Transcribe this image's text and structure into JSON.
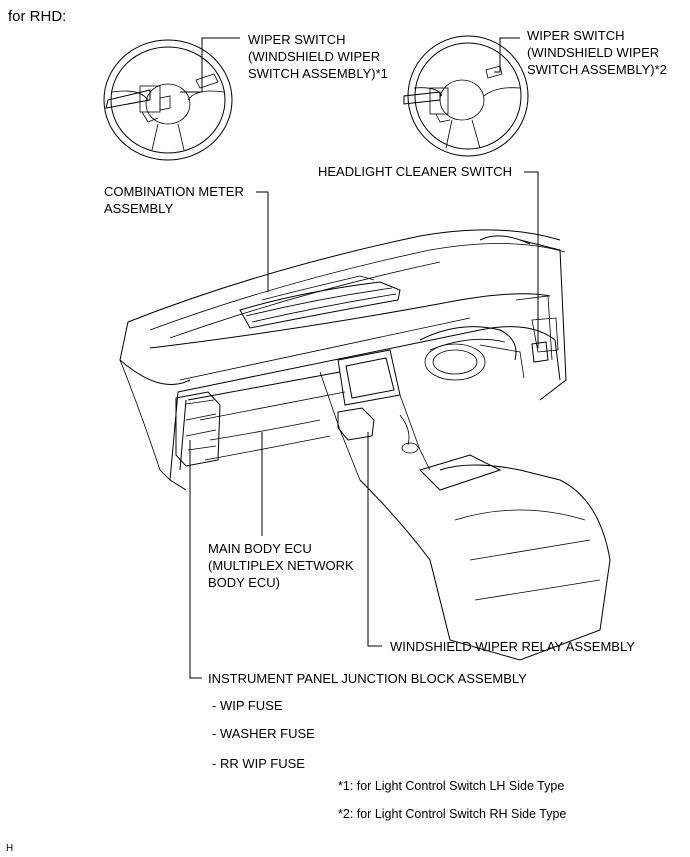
{
  "heading": "for RHD:",
  "labels": {
    "wiper_switch_1": "WIPER SWITCH\n(WINDSHIELD WIPER\nSWITCH ASSEMBLY)*1",
    "wiper_switch_2": "WIPER SWITCH\n(WINDSHIELD WIPER\nSWITCH ASSEMBLY)*2",
    "headlight_cleaner_switch": "HEADLIGHT CLEANER SWITCH",
    "combination_meter": "COMBINATION METER\nASSEMBLY",
    "main_body_ecu": "MAIN BODY ECU\n(MULTIPLEX NETWORK\nBODY ECU)",
    "windshield_wiper_relay": "WINDSHIELD WIPER RELAY ASSEMBLY",
    "junction_block": "INSTRUMENT PANEL JUNCTION BLOCK ASSEMBLY"
  },
  "fuses": [
    "- WIP FUSE",
    "- WASHER FUSE",
    "- RR WIP FUSE"
  ],
  "notes": [
    "*1: for Light Control Switch LH Side Type",
    "*2: for Light Control Switch RH Side Type"
  ],
  "corner_mark": "H"
}
